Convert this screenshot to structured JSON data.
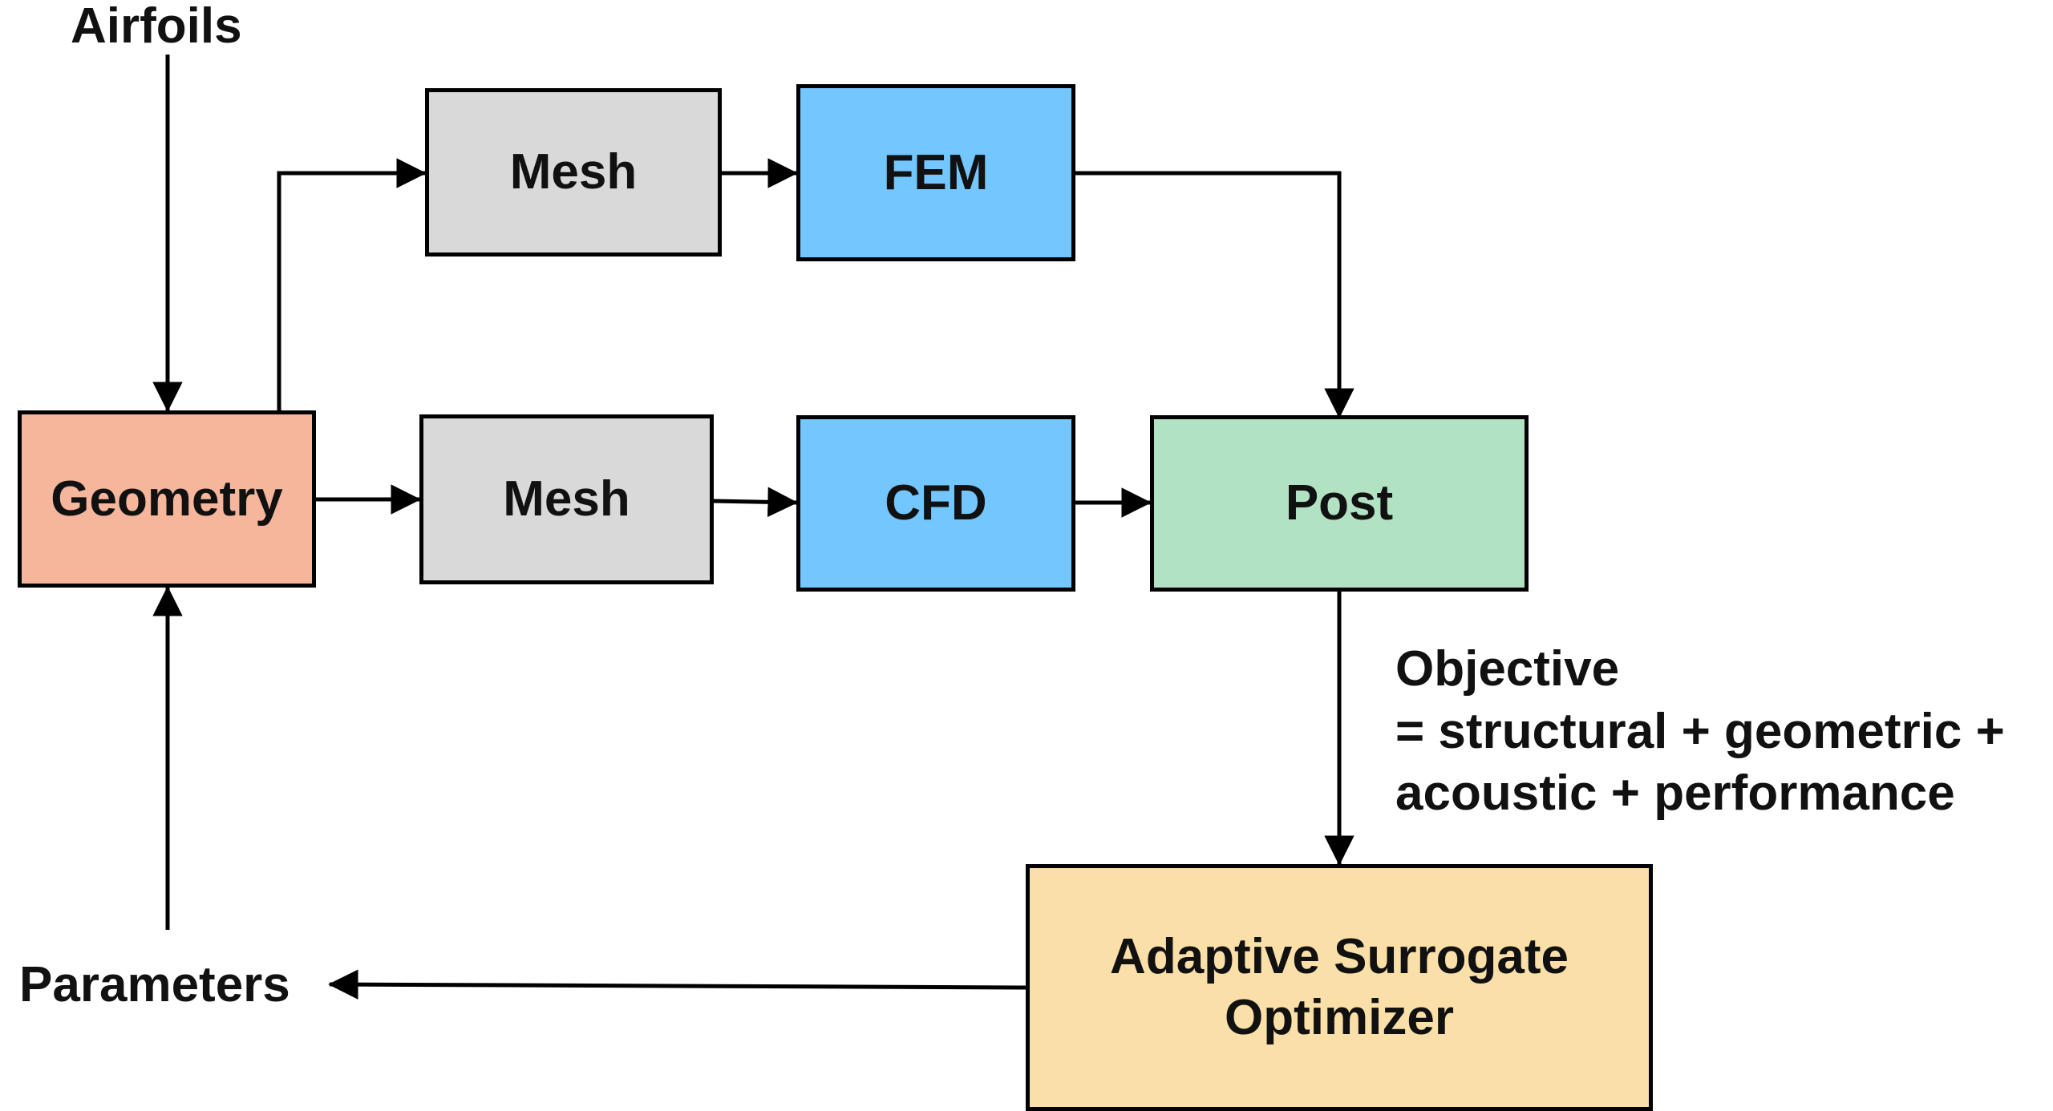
{
  "diagram": {
    "inputs": {
      "airfoils": "Airfoils",
      "parameters": "Parameters"
    },
    "nodes": {
      "geometry": {
        "label": "Geometry",
        "color": "#f5b69c"
      },
      "mesh_fem": {
        "label": "Mesh",
        "color": "#d9d9d9"
      },
      "fem": {
        "label": "FEM",
        "color": "#74c6fe"
      },
      "mesh_cfd": {
        "label": "Mesh",
        "color": "#d9d9d9"
      },
      "cfd": {
        "label": "CFD",
        "color": "#74c6fe"
      },
      "post": {
        "label": "Post",
        "color": "#b2e2c4"
      },
      "optimizer": {
        "line1": "Adaptive Surrogate",
        "line2": "Optimizer",
        "color": "#fae0a8"
      }
    },
    "objective": {
      "line1": "Objective",
      "line2": "= structural + geometric +",
      "line3": "acoustic + performance"
    },
    "edges": [
      {
        "from": "airfoils",
        "to": "geometry"
      },
      {
        "from": "geometry",
        "to": "mesh_fem"
      },
      {
        "from": "mesh_fem",
        "to": "fem"
      },
      {
        "from": "fem",
        "to": "post"
      },
      {
        "from": "geometry",
        "to": "mesh_cfd"
      },
      {
        "from": "mesh_cfd",
        "to": "cfd"
      },
      {
        "from": "cfd",
        "to": "post"
      },
      {
        "from": "post",
        "to": "optimizer"
      },
      {
        "from": "optimizer",
        "to": "parameters"
      },
      {
        "from": "parameters",
        "to": "geometry"
      }
    ]
  }
}
